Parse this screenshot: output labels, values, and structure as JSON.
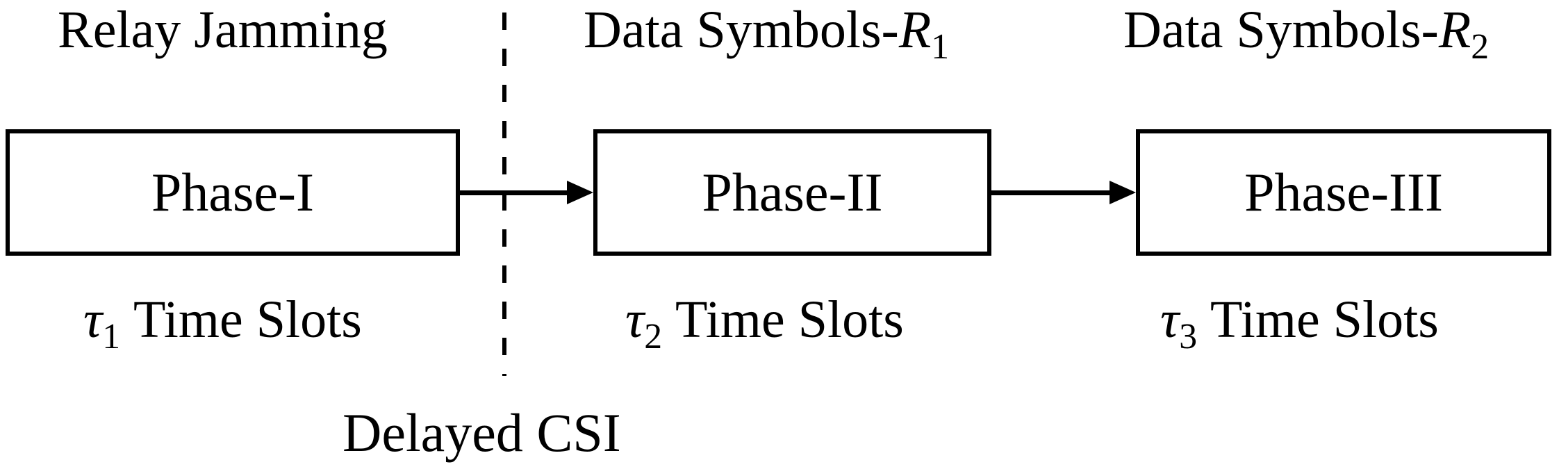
{
  "diagram": {
    "title_semantic": "three-phase transmission timeline",
    "colors": {
      "foreground": "#000000",
      "background": "#ffffff"
    },
    "phases": [
      {
        "top_label": {
          "text": "Relay Jamming",
          "italic": "",
          "sub": ""
        },
        "box_label": "Phase-I",
        "bottom_label": {
          "italic": "τ",
          "sub": "1",
          "text": " Time Slots"
        }
      },
      {
        "top_label": {
          "text": "Data Symbols-",
          "italic": "R",
          "sub": "1"
        },
        "box_label": "Phase-II",
        "bottom_label": {
          "italic": "τ",
          "sub": "2",
          "text": " Time Slots"
        }
      },
      {
        "top_label": {
          "text": "Data Symbols-",
          "italic": "R",
          "sub": "2"
        },
        "box_label": "Phase-III",
        "bottom_label": {
          "italic": "τ",
          "sub": "3",
          "text": " Time Slots"
        }
      }
    ],
    "divider_label": "Delayed CSI"
  }
}
